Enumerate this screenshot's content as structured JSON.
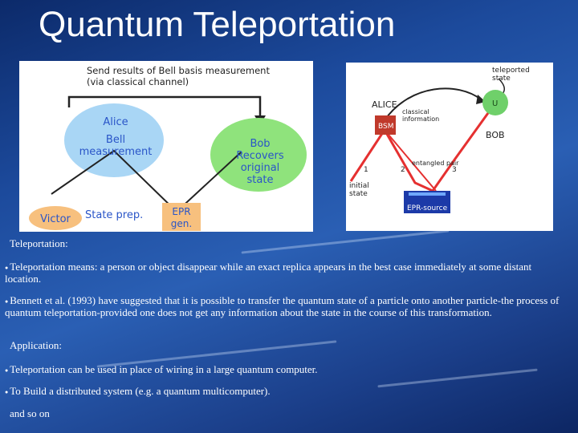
{
  "slide": {
    "title": "Quantum Teleportation"
  },
  "diagram_left": {
    "top_label_1": "Send results of Bell basis measurement",
    "top_label_2": "(via classical  channel)",
    "alice": "Alice",
    "bell_1": "Bell",
    "bell_2": "measurement",
    "bob_1": "Bob",
    "bob_2": "Recovers",
    "bob_3": "original",
    "bob_4": "state",
    "victor": "Victor",
    "state_prep": "State prep.",
    "epr_1": "EPR",
    "epr_2": "gen."
  },
  "diagram_right": {
    "teleported_1": "teleported",
    "teleported_2": "state",
    "alice": "ALICE",
    "classical_1": "classical",
    "classical_2": "information",
    "bsm": "BSM",
    "bob": "BOB",
    "u": "U",
    "entangled": "entangled pair",
    "n1": "1",
    "n2": "2",
    "n3": "3",
    "initial_1": "initial",
    "initial_2": "state",
    "epr_source": "EPR-source"
  },
  "body": {
    "teleportation_heading": "Teleportation:",
    "bullet1": "Teleportation means: a person or object disappear while an exact replica appears in the best case immediately at some distant location.",
    "bullet2": "Bennett et al. (1993) have suggested that it is possible to transfer the quantum state of a particle onto another particle-the process of quantum teleportation-provided one does not get any information about the state in the course of this transformation.",
    "application_heading": "Application:",
    "bullet3": "Teleportation can be used in place of wiring in a large quantum computer.",
    "bullet4": "To Build a distributed system (e.g. a quantum multicomputer).",
    "footer": "and so on"
  },
  "colors": {
    "alice_circle": "#a9d6f5",
    "bob_circle": "#8fe37c",
    "victor_ellipse": "#f7c07e",
    "epr_box": "#f7c07e",
    "beam": "#e53030",
    "epr_source_box": "#1c3aa8"
  }
}
